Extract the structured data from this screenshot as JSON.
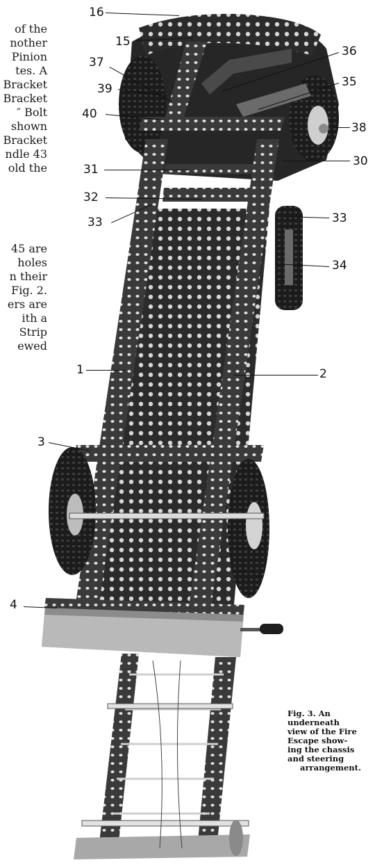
{
  "body_text": [
    "of the",
    "nother",
    "Pinion",
    "tes. A",
    "Bracket",
    "Bracket",
    "″ Bolt",
    "shown",
    "Bracket",
    "ndle 43",
    "old the",
    "45 are",
    "holes",
    "n their",
    "Fig. 2.",
    "ers are",
    "ith a",
    "Strip",
    "ewed"
  ],
  "part_labels": [
    "16",
    "15",
    "37",
    "36",
    "35",
    "39",
    "40",
    "38",
    "31",
    "30",
    "32",
    "33",
    "33",
    "34",
    "1",
    "2",
    "3",
    "4"
  ],
  "caption": [
    "Fig. 3. An",
    "underneath",
    "view of the Fire",
    "Escape show-",
    "ing the chassis",
    "and steering",
    "arrangement."
  ],
  "colors": {
    "paper": "#ffffff",
    "ink": "#111111",
    "metal_dark": "#2a2a2a",
    "metal_mid": "#5a5a5a",
    "metal_light": "#cfcfcf",
    "tyre": "#1b1b1b"
  }
}
